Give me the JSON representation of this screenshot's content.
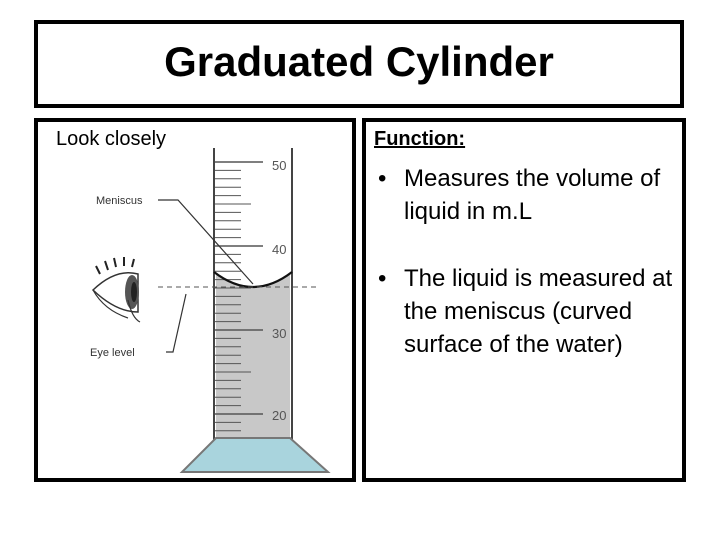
{
  "slide": {
    "title": "Graduated Cylinder",
    "left_panel": {
      "label": "Look closely"
    },
    "right_panel": {
      "heading": "Function:",
      "bullets": [
        "Measures the volume of liquid in m.L",
        "The liquid is measured at the meniscus (curved surface of the water)"
      ],
      "bullet_glyph": "•"
    },
    "diagram": {
      "labels": {
        "meniscus": "Meniscus",
        "eye_level": "Eye level"
      },
      "tick_labels": [
        "50",
        "40",
        "30",
        "20"
      ],
      "liquid_color": "#c8c8c8",
      "base_color": "#a9d4dd"
    }
  }
}
